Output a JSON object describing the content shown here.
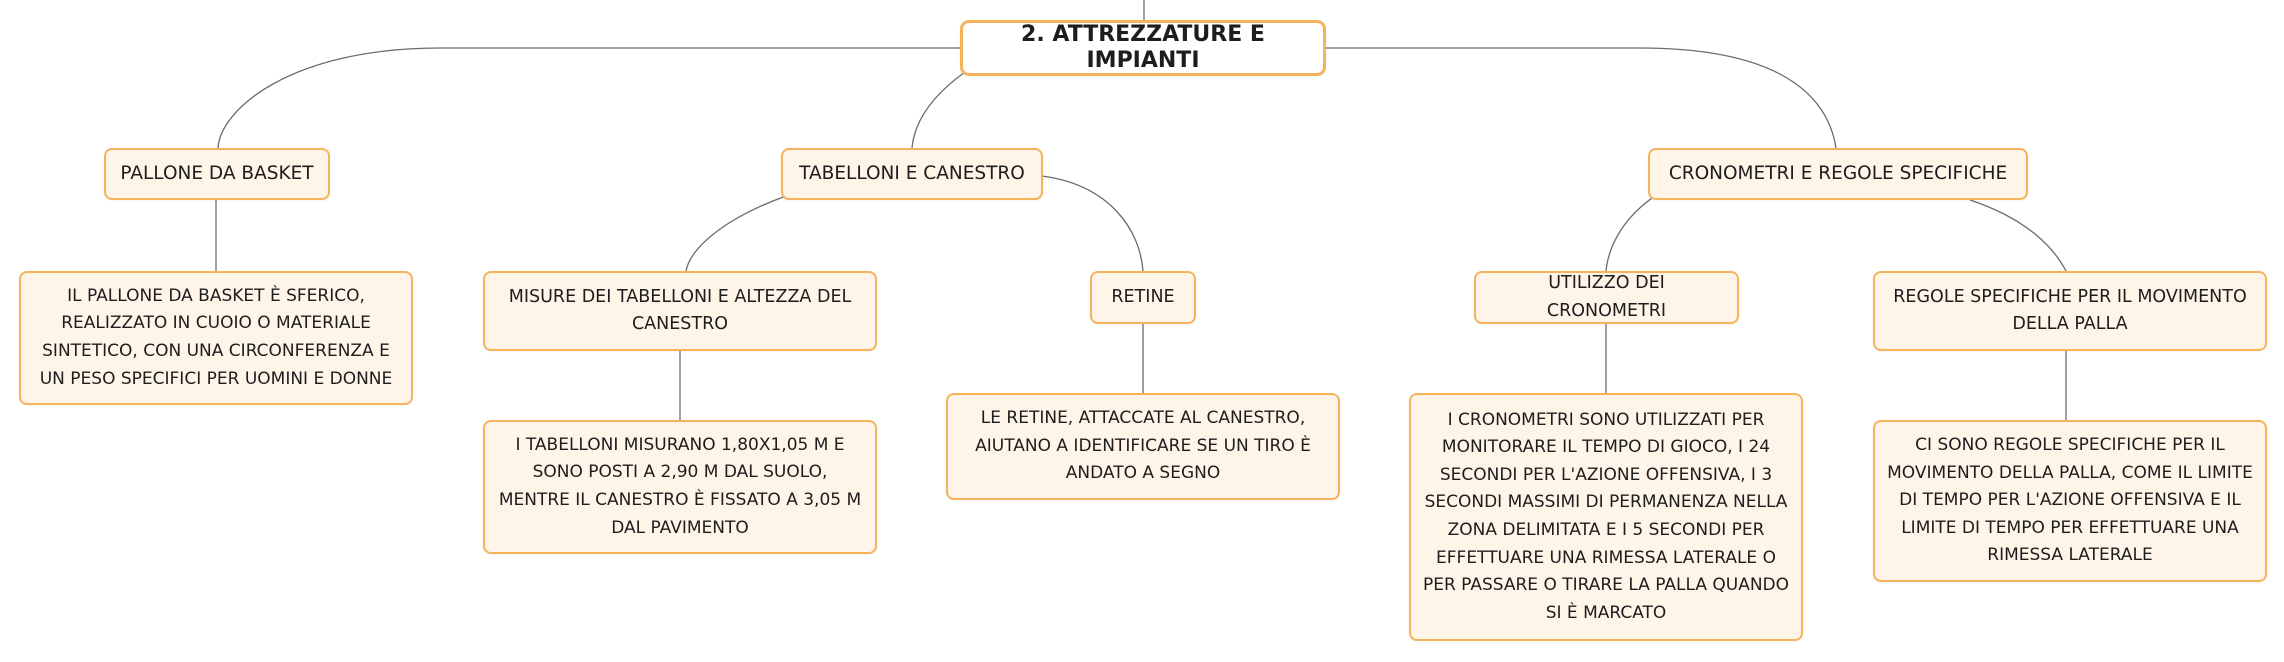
{
  "root": {
    "label": "2. ATTREZZATURE E IMPIANTI"
  },
  "branches": [
    {
      "label": "PALLONE DA BASKET",
      "children": [
        {
          "label": "IL PALLONE DA BASKET È SFERICO, REALIZZATO IN CUOIO O MATERIALE SINTETICO, CON UNA CIRCONFERENZA E UN PESO SPECIFICI PER UOMINI E DONNE"
        }
      ]
    },
    {
      "label": "TABELLONI E CANESTRO",
      "children": [
        {
          "label": "MISURE DEI TABELLONI E ALTEZZA DEL CANESTRO",
          "detail": "I TABELLONI MISURANO 1,80X1,05 M E SONO POSTI A 2,90 M DAL SUOLO, MENTRE IL CANESTRO È FISSATO A 3,05 M DAL PAVIMENTO"
        },
        {
          "label": "RETINE",
          "detail": "LE RETINE, ATTACCATE AL CANESTRO, AIUTANO A IDENTIFICARE SE UN TIRO È ANDATO A SEGNO"
        }
      ]
    },
    {
      "label": "CRONOMETRI E REGOLE SPECIFICHE",
      "children": [
        {
          "label": "UTILIZZO DEI CRONOMETRI",
          "detail": "I CRONOMETRI SONO UTILIZZATI PER MONITORARE IL TEMPO DI GIOCO, I 24 SECONDI PER L'AZIONE OFFENSIVA, I 3 SECONDI MASSIMI DI PERMANENZA NELLA ZONA DELIMITATA E I 5 SECONDI PER EFFETTUARE UNA RIMESSA LATERALE O PER PASSARE O TIRARE LA PALLA QUANDO SI È MARCATO"
        },
        {
          "label": "REGOLE SPECIFICHE PER IL MOVIMENTO DELLA PALLA",
          "detail": "CI SONO REGOLE SPECIFICHE PER IL MOVIMENTO DELLA PALLA, COME IL LIMITE DI TEMPO PER L'AZIONE OFFENSIVA E IL LIMITE DI TEMPO PER EFFETTUARE UNA RIMESSA LATERALE"
        }
      ]
    }
  ],
  "colors": {
    "node_border": "#f5b45c",
    "node_fill": "#fff4e8",
    "root_fill": "#ffffff",
    "connector": "#6b6b6b",
    "text": "#1d1d1d"
  }
}
